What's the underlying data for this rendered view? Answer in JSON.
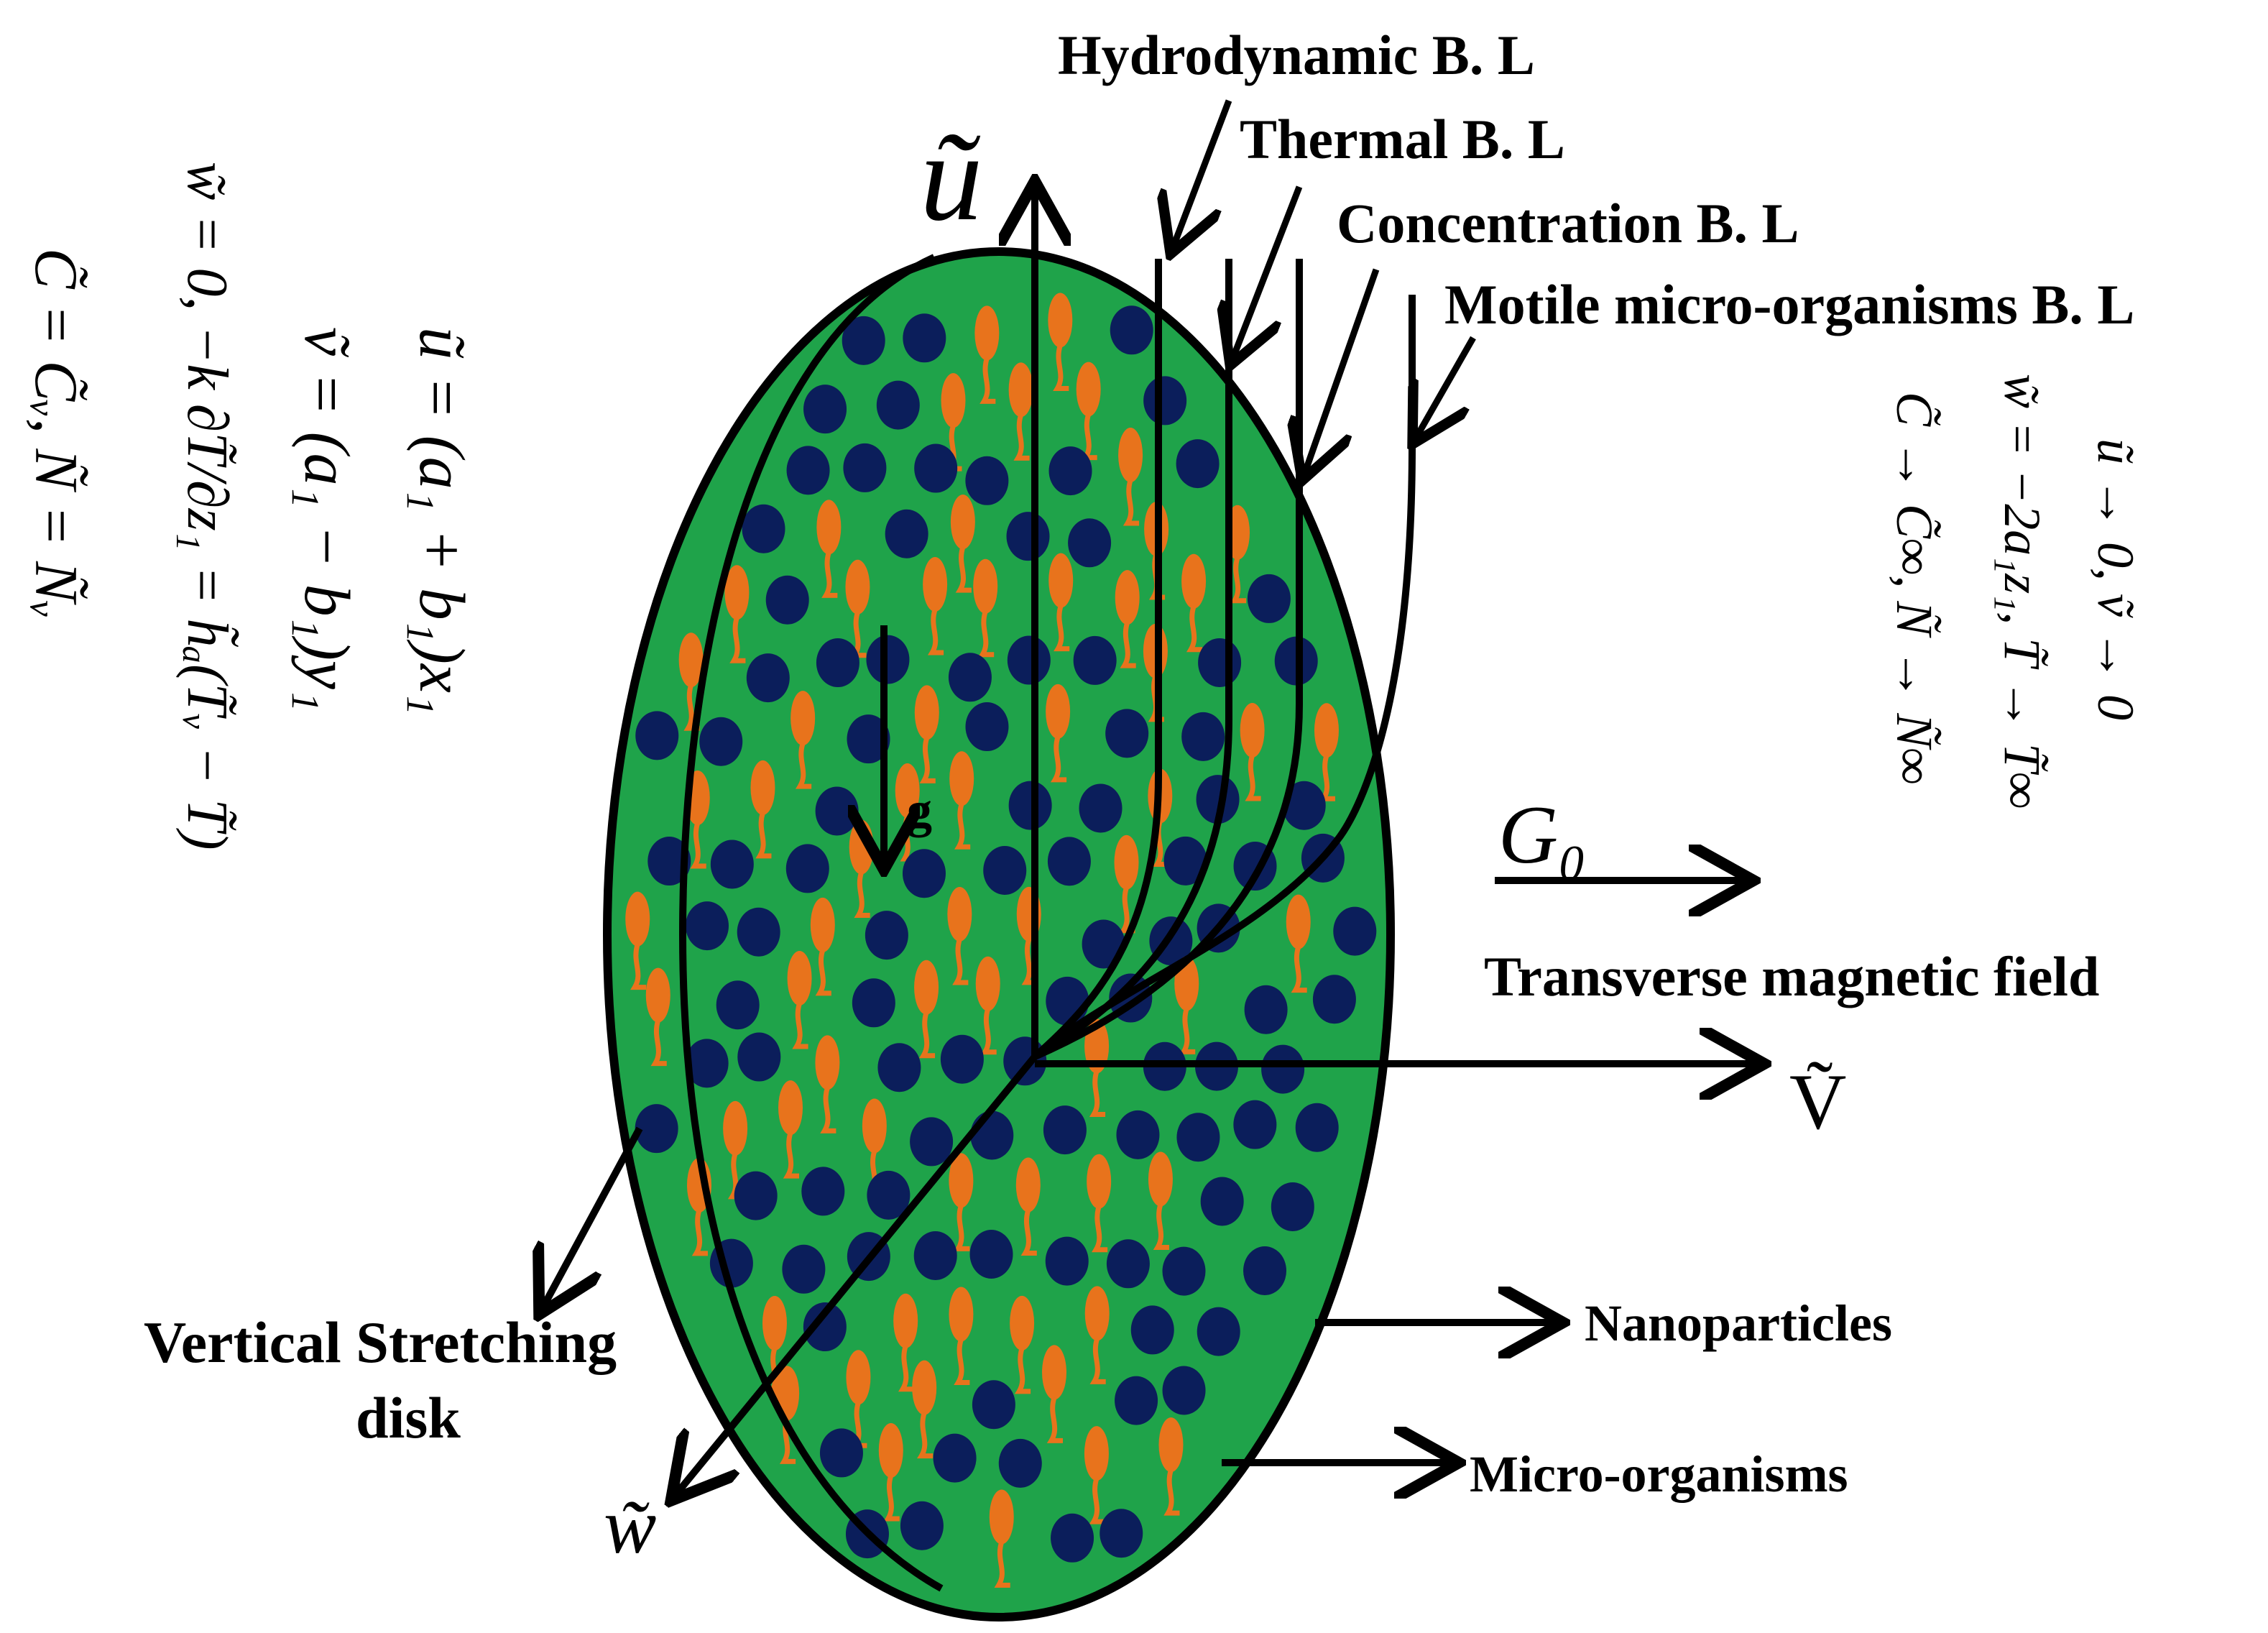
{
  "labels": {
    "hydrodynamic_bl": "Hydrodynamic B. L",
    "thermal_bl": "Thermal B. L",
    "concentration_bl": "Concentration B. L",
    "motile_bl": "Motile micro-organisms B. L",
    "magnetic_field": "Transverse magnetic field",
    "field_symbol": "G₀",
    "nanoparticles": "Nanoparticles",
    "micro_organisms": "Micro-organisms",
    "disk_line1": "Vertical Stretching",
    "disk_line2": "disk",
    "gravity": "g"
  },
  "axes": {
    "u_axis": "ũ",
    "v_axis": "Ṽ",
    "w_axis": "w̃"
  },
  "wall_conditions": [
    "ũ = (a₁ + b₁)x₁",
    "ṽ = (a₁ − b₁)y₁",
    "w̃ = 0,   −k ∂T̃/∂z₁ = h̃ₐ(T̃ᵥ − T̃)",
    "C̃ = C̃ᵥ,  Ñ = Ñᵥ"
  ],
  "far_field_conditions": [
    "ũ → 0,  ṽ → 0",
    "w̃ = −2a₁z₁,  T̃ → T̃∞",
    "C̃ → C̃∞,  Ñ → Ñ∞"
  ],
  "colors": {
    "disk_fill": "#1fa34a",
    "nanoparticle": "#0b1e5b",
    "microorganism": "#e8731c",
    "line": "#000000"
  }
}
